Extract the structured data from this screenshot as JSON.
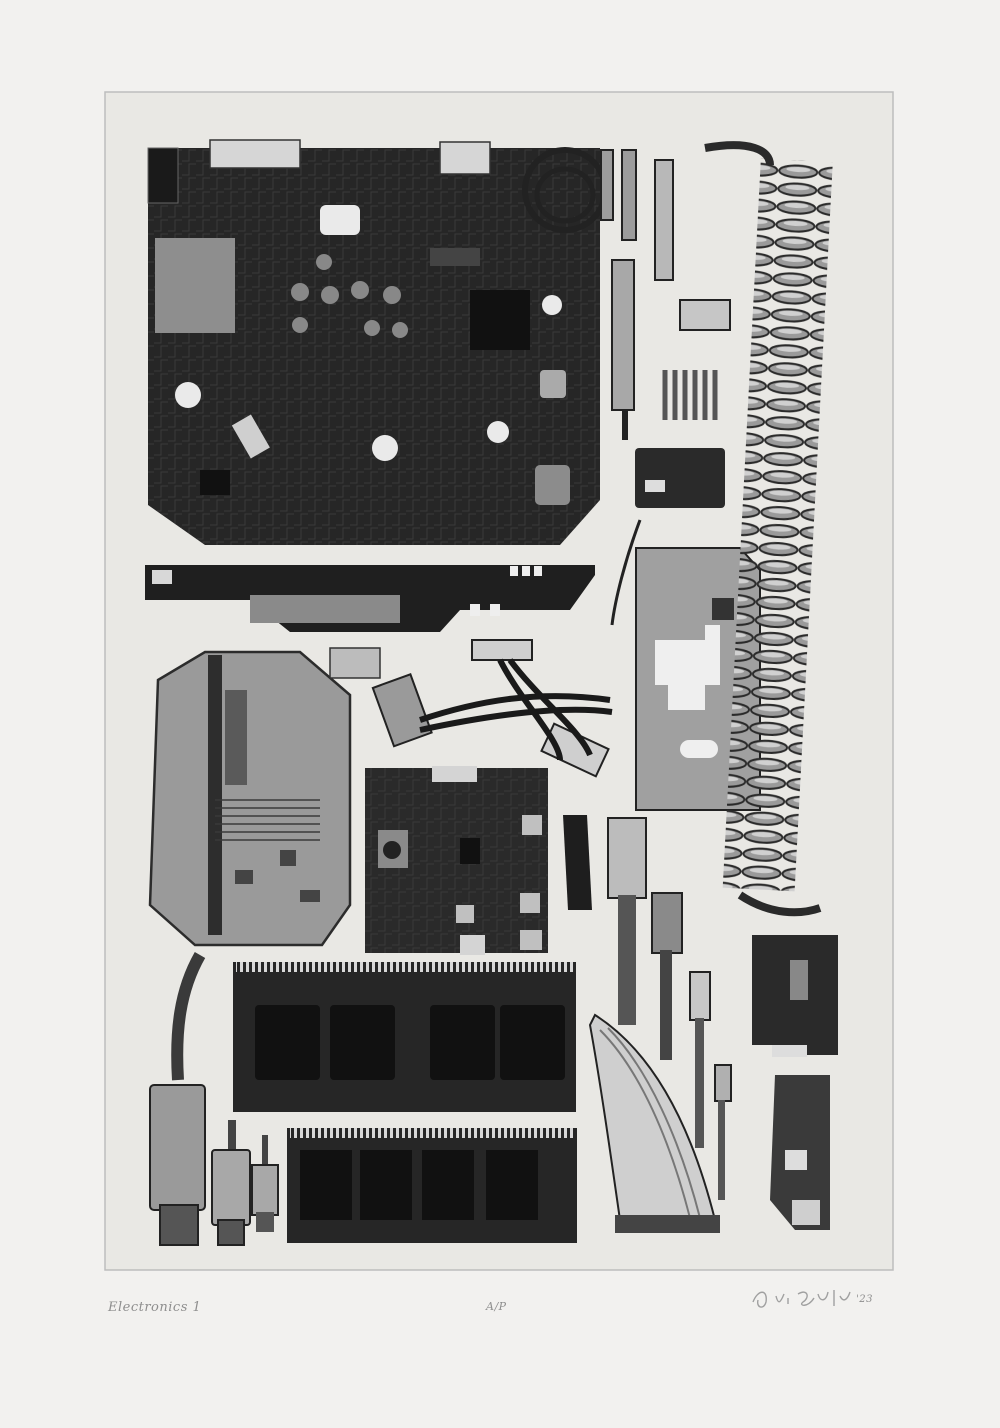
{
  "artwork": {
    "caption_title": "Electronics 1",
    "caption_edition": "A/P",
    "caption_year": "'23",
    "paper_color": "#f2f1ef",
    "plate_color": "#e9e8e4",
    "ink_dark": "#262626",
    "ink_mid": "#7d7d7d",
    "ink_light": "#b8b8b8"
  }
}
